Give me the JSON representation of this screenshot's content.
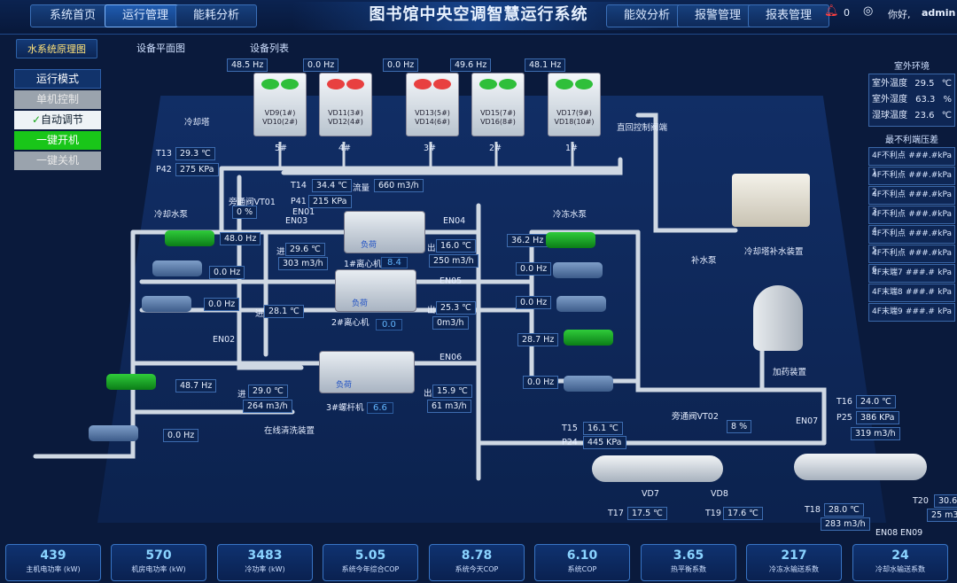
{
  "nav": {
    "left": [
      "系统首页",
      "运行管理",
      "能耗分析"
    ],
    "right": [
      "能效分析",
      "报警管理",
      "报表管理"
    ],
    "title": "图书馆中央空调智慧运行系统",
    "alarm_count": "0",
    "greeting": "你好,",
    "user": "admin"
  },
  "subtabs": [
    "水系统原理图",
    "设备平面图",
    "设备列表"
  ],
  "mode": {
    "title": "运行模式",
    "items": [
      "单机控制",
      "自动调节",
      "一键开机",
      "一键关机"
    ],
    "check": "✓"
  },
  "env": {
    "title": "室外环境",
    "rows": [
      {
        "k": "室外温度",
        "v": "29.5",
        "u": "℃"
      },
      {
        "k": "室外湿度",
        "v": "63.3",
        "u": "%"
      },
      {
        "k": "湿球温度",
        "v": "23.6",
        "u": "℃"
      }
    ]
  },
  "pressure": {
    "title": "最不利端压差",
    "rows": [
      {
        "k": "4F不利点1",
        "v": "###.#",
        "u": "kPa"
      },
      {
        "k": "4F不利点2",
        "v": "###.#",
        "u": "kPa"
      },
      {
        "k": "4F不利点3",
        "v": "###.#",
        "u": "kPa"
      },
      {
        "k": "4F不利点4",
        "v": "###.#",
        "u": "kPa"
      },
      {
        "k": "4F不利点5",
        "v": "###.#",
        "u": "kPa"
      },
      {
        "k": "4F不利点6",
        "v": "###.#",
        "u": "kPa"
      },
      {
        "k": "4F末端7",
        "v": "###.#",
        "u": "kPa"
      },
      {
        "k": "4F末端8",
        "v": "###.#",
        "u": "kPa"
      },
      {
        "k": "4F末端9",
        "v": "###.#",
        "u": "kPa"
      }
    ]
  },
  "towers": [
    {
      "hz": "48.5 Hz",
      "l1": "VD9(1#)",
      "l2": "VD10(2#)",
      "num": "5#"
    },
    {
      "hz": "0.0 Hz",
      "l1": "VD11(3#)",
      "l2": "VD12(4#)",
      "num": "4#"
    },
    {
      "hz": "0.0 Hz",
      "l1": "VD13(5#)",
      "l2": "VD14(6#)",
      "num": "3#"
    },
    {
      "hz": "49.6 Hz",
      "l1": "VD15(7#)",
      "l2": "VD16(8#)",
      "num": "2#"
    },
    {
      "hz": "48.1 Hz",
      "l1": "VD17(9#)",
      "l2": "VD18(10#)",
      "num": "1#"
    }
  ],
  "labels": {
    "cooling_tower": "冷却塔",
    "cooling_pump": "冷却水泵",
    "chilled_pump": "冷冻水泵",
    "return_valve": "直回控制阀端",
    "makeup_device": "冷却塔补水装置",
    "makeup_pump": "补水泵",
    "dosing": "加药装置",
    "cleaning": "在线清洗装置",
    "bypass1": "旁通阀VT01",
    "bypass2": "旁通阀VT02",
    "flow": "流量",
    "in": "进",
    "out": "出",
    "load": "负荷",
    "ch1": "1#离心机",
    "ch2": "2#离心机",
    "ch3": "3#螺杆机"
  },
  "readings": {
    "t13": "T13",
    "t13v": "29.3 ℃",
    "p42": "P42",
    "p42v": "275 KPa",
    "t14": "T14",
    "t14v": "34.4 ℃",
    "p41": "P41",
    "p41v": "215 KPa",
    "flow": "660 m3/h",
    "vt01": "0 %",
    "vt02": "8 %",
    "cp1": "48.0 Hz",
    "cp2": "0.0 Hz",
    "cp3": "0.0 Hz",
    "cp4": "48.7 Hz",
    "cp5": "0.0 Hz",
    "fp1": "36.2 Hz",
    "fp2": "0.0 Hz",
    "fp3": "0.0 Hz",
    "fp4": "28.7 Hz",
    "fp5": "0.0 Hz",
    "c1_in_t": "29.6 ℃",
    "c1_in_f": "303 m3/h",
    "c1_out_t": "16.0 ℃",
    "c1_out_f": "250 m3/h",
    "c1_cop": "8.4",
    "c2_in_t": "28.1 ℃",
    "c2_out_t": "25.3 ℃",
    "c2_out_f": "0m3/h",
    "c2_cop": "0.0",
    "c3_in_t": "29.0 ℃",
    "c3_in_f": "264 m3/h",
    "c3_out_t": "15.9 ℃",
    "c3_out_f": "61 m3/h",
    "c3_cop": "6.6",
    "t15": "T15",
    "t15v": "16.1 ℃",
    "p24": "P24",
    "p24v": "445 KPa",
    "t16": "T16",
    "t16v": "24.0 ℃",
    "p25": "P25",
    "p25v": "386 KPa",
    "f319": "319 m3/h",
    "t17": "T17",
    "t17v": "17.5 ℃",
    "t19": "T19",
    "t19v": "17.6 ℃",
    "t18": "T18",
    "t18v": "28.0 ℃",
    "f283": "283 m3/h",
    "t20": "T20",
    "t20v": "30.6",
    "f25": "25 m3",
    "vd7": "VD7",
    "vd8": "VD8",
    "en01": "EN01",
    "en02": "EN02",
    "en03": "EN03",
    "en04": "EN04",
    "en05": "EN05",
    "en06": "EN06",
    "en07": "EN07",
    "en08": "EN08",
    "en09": "EN09"
  },
  "kpis": [
    {
      "v": "439",
      "n": "主机电功率 (kW)"
    },
    {
      "v": "570",
      "n": "机房电功率 (kW)"
    },
    {
      "v": "3483",
      "n": "冷功率 (kW)"
    },
    {
      "v": "5.05",
      "n": "系统今年综合COP"
    },
    {
      "v": "8.78",
      "n": "系统今天COP"
    },
    {
      "v": "6.10",
      "n": "系统COP"
    },
    {
      "v": "3.65",
      "n": "热平衡系数"
    },
    {
      "v": "217",
      "n": "冷冻水输送系数"
    },
    {
      "v": "24",
      "n": "冷却水输送系数"
    }
  ],
  "colors": {
    "accent": "#62b6ff",
    "green": "#19c619",
    "pipe": "#cfd8e3"
  }
}
